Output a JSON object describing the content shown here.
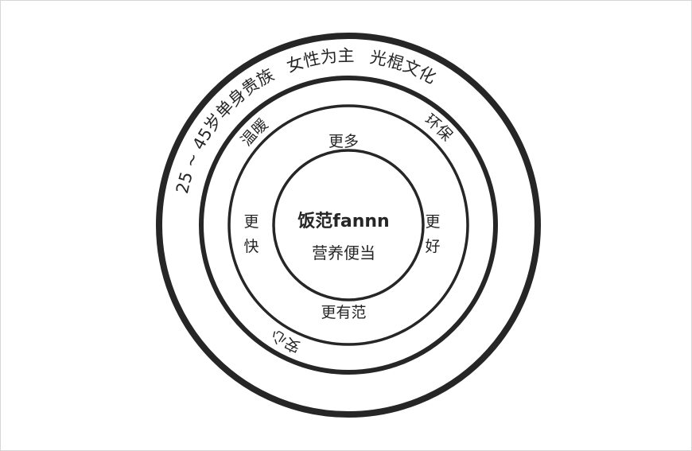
{
  "center": {
    "brand": "饭范fannn",
    "subtitle": "营养便当"
  },
  "inner_ring": {
    "top": "更多",
    "left": [
      "更",
      "快"
    ],
    "right": [
      "更",
      "好"
    ],
    "bottom": "更有范"
  },
  "middle_ring": {
    "top_left": "温暖",
    "right": "环保",
    "bottom": "安心"
  },
  "outer_ring": {
    "audience": "25 ~ 45岁单身贵族",
    "gender": "女性为主",
    "culture": "光棍文化"
  },
  "colors": {
    "ring": "#262626",
    "text": "#262626",
    "background": "#ffffff",
    "frame_border": "#d6d6d6"
  }
}
